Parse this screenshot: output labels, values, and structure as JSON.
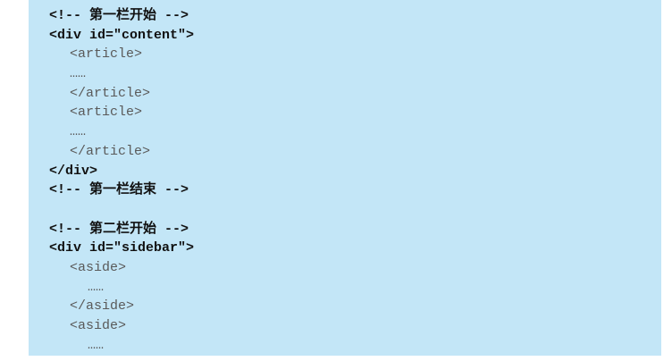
{
  "code_block": {
    "lines": [
      {
        "text": "<!-- 第一栏开始 -->",
        "level": 0
      },
      {
        "text": "<div id=\"content\">",
        "level": 0
      },
      {
        "text": "<article>",
        "level": 1
      },
      {
        "text": "……",
        "level": 1
      },
      {
        "text": "</article>",
        "level": 1
      },
      {
        "text": "<article>",
        "level": 1
      },
      {
        "text": "……",
        "level": 1
      },
      {
        "text": "</article>",
        "level": 1
      },
      {
        "text": "</div>",
        "level": 0
      },
      {
        "text": "<!-- 第一栏结束 -->",
        "level": 0
      },
      {
        "text": "",
        "level": 0
      },
      {
        "text": "<!-- 第二栏开始 -->",
        "level": 0
      },
      {
        "text": "<div id=\"sidebar\">",
        "level": 0
      },
      {
        "text": "<aside>",
        "level": 1
      },
      {
        "text": "……",
        "level": 2
      },
      {
        "text": "</aside>",
        "level": 1
      },
      {
        "text": "<aside>",
        "level": 1
      },
      {
        "text": "……",
        "level": 2
      }
    ]
  },
  "colors": {
    "panel_background": "#c3e6f7",
    "strong_text": "#111111",
    "muted_text": "#5a5a5a"
  }
}
